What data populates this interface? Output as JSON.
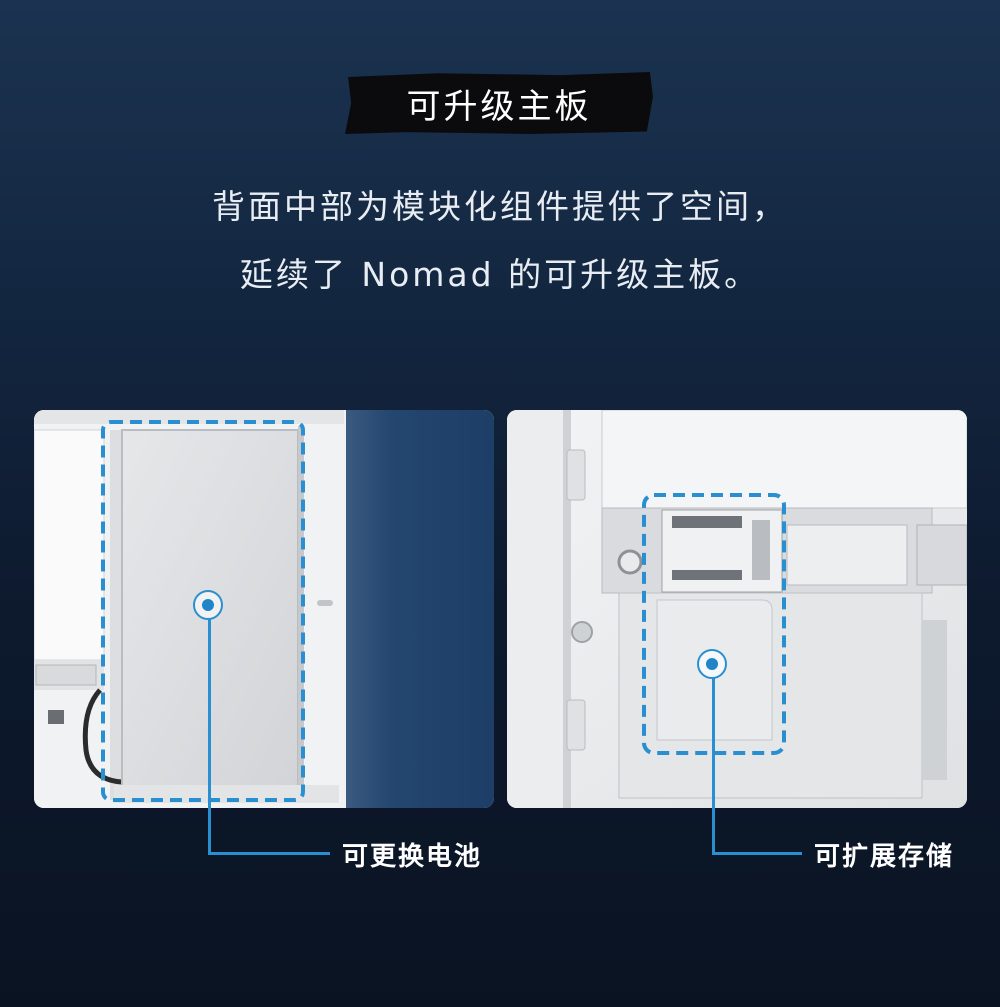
{
  "header": {
    "title": "可升级主板",
    "description_line1": "背面中部为模块化组件提供了空间，",
    "description_line2": "延续了 Nomad 的可升级主板。"
  },
  "callouts": {
    "left_label": "可更换电池",
    "right_label": "可扩展存储"
  },
  "colors": {
    "accent": "#2a8fd0",
    "background_top": "#1b3350",
    "background_bottom": "#0a1322"
  }
}
